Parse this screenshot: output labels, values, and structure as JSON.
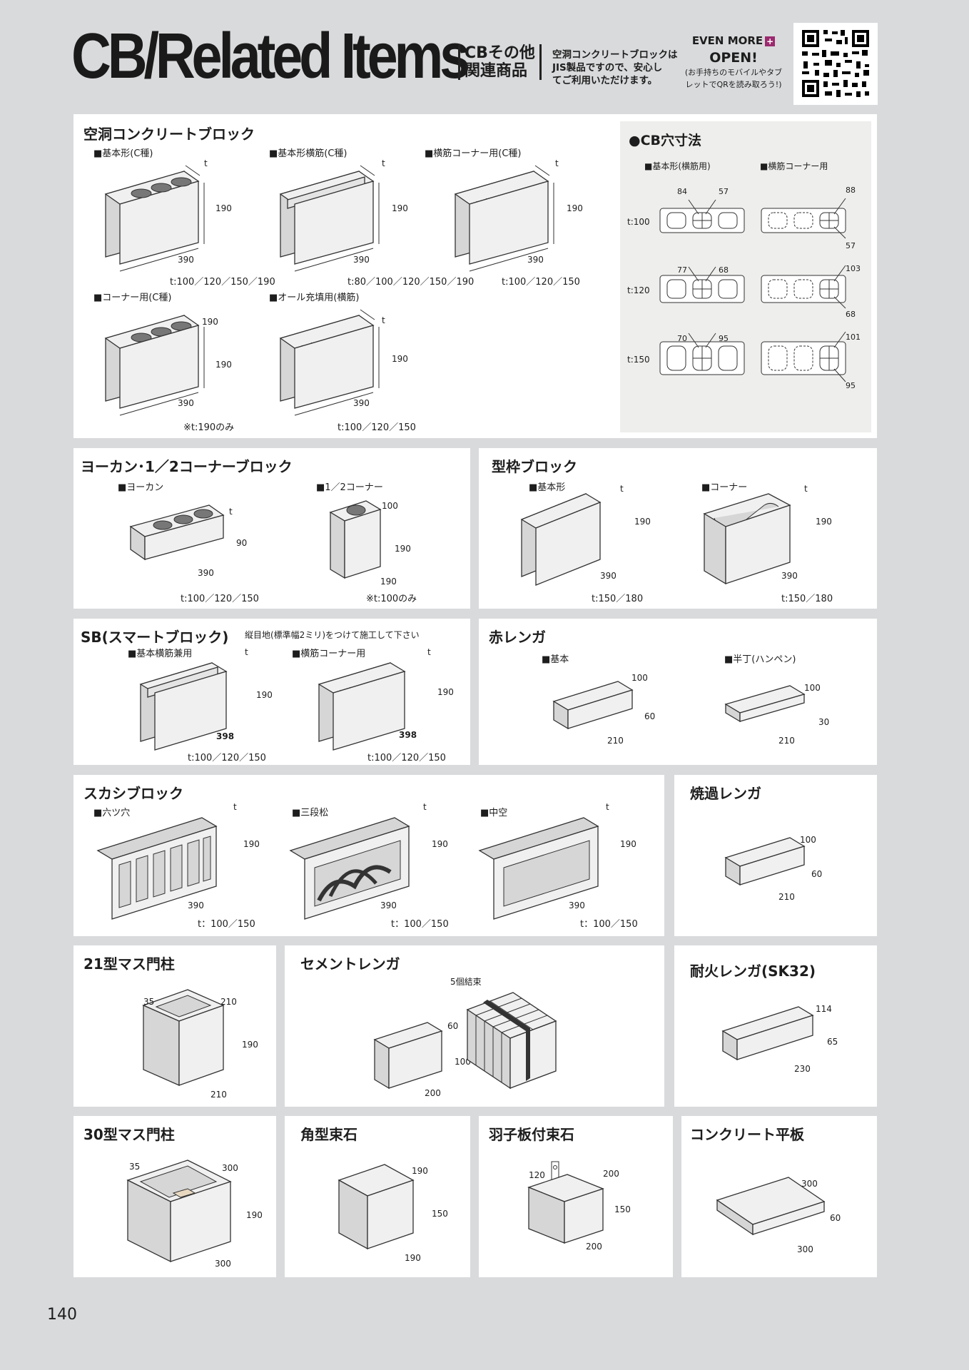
{
  "header": {
    "title": "CB/Related Items",
    "jp_line1": "CBその他",
    "jp_line2": "関連商品",
    "desc1": "空洞コンクリートブロックは",
    "desc2": "JIS製品ですので、安心し",
    "desc3": "てご利用いただけます。",
    "even_more": "EVEN MORE",
    "open": "OPEN!",
    "qr_note1": "(お手持ちのモバイルやタブ",
    "qr_note2": "レットでQRを読み取ろう!)"
  },
  "hollow": {
    "title": "空洞コンクリートブロック",
    "items": [
      {
        "label": "■基本形(C種)",
        "size": "t:100／120／150／190"
      },
      {
        "label": "■基本形横筋(C種)",
        "size": "t:80／100／120／150／190"
      },
      {
        "label": "■横筋コーナー用(C種)",
        "size": "t:100／120／150"
      },
      {
        "label": "■コーナー用(C種)",
        "size": "※t:190のみ"
      },
      {
        "label": "■オール充填用(横筋)",
        "size": "t:100／120／150"
      }
    ]
  },
  "cb_hole": {
    "title": "●CB穴寸法",
    "col1": "■基本形(横筋用)",
    "col2": "■横筋コーナー用",
    "rows": [
      {
        "t": "t:100",
        "a": "84",
        "b": "57",
        "c": "88",
        "d": "57"
      },
      {
        "t": "t:120",
        "a": "77",
        "b": "68",
        "c": "103",
        "d": "68"
      },
      {
        "t": "t:150",
        "a": "70",
        "b": "95",
        "c": "101",
        "d": "95"
      }
    ]
  },
  "yokan": {
    "title": "ヨーカン･1／2コーナーブロック",
    "items": [
      {
        "label": "■ヨーカン",
        "size": "t:100／120／150"
      },
      {
        "label": "■1／2コーナー",
        "size": "※t:100のみ"
      }
    ]
  },
  "katawaku": {
    "title": "型枠ブロック",
    "items": [
      {
        "label": "■基本形",
        "size": "t:150／180"
      },
      {
        "label": "■コーナー",
        "size": "t:150／180"
      }
    ]
  },
  "smart": {
    "title": "SB(スマートブロック)",
    "note": "縦目地(標準幅2ミリ)をつけて施工して下さい",
    "items": [
      {
        "label": "■基本横筋兼用",
        "size": "t:100／120／150"
      },
      {
        "label": "■横筋コーナー用",
        "size": "t:100／120／150"
      }
    ]
  },
  "red_brick": {
    "title": "赤レンガ",
    "items": [
      {
        "label": "■基本"
      },
      {
        "label": "■半丁(ハンペン)"
      }
    ]
  },
  "sukashi": {
    "title": "スカシブロック",
    "items": [
      {
        "label": "■六ツ穴",
        "size": "t：100／150"
      },
      {
        "label": "■三段松",
        "size": "t：100／150"
      },
      {
        "label": "■中空",
        "size": "t：100／150"
      }
    ]
  },
  "shoka": {
    "title": "焼過レンガ"
  },
  "pillar21": {
    "title": "21型マス門柱"
  },
  "cement_brick": {
    "title": "セメントレンガ",
    "bundle": "5個結束"
  },
  "fire_brick": {
    "title": "耐火レンガ(SK32)"
  },
  "pillar30": {
    "title": "30型マス門柱"
  },
  "kakugata": {
    "title": "角型束石"
  },
  "haita": {
    "title": "羽子板付束石"
  },
  "slab": {
    "title": "コンクリート平板"
  },
  "page_number": "140"
}
